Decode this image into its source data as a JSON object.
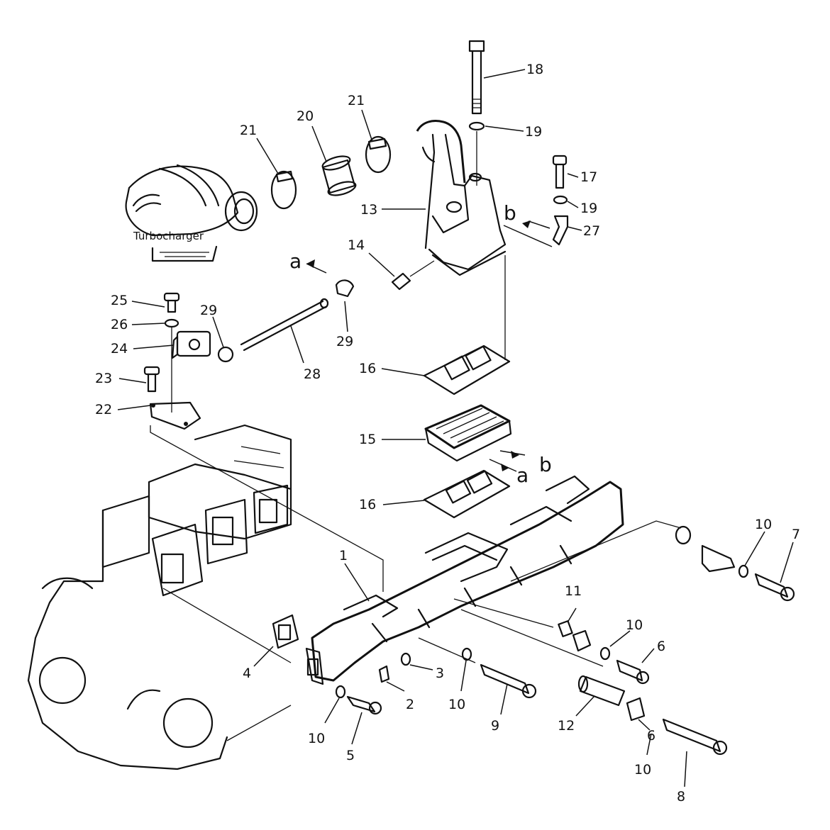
{
  "labels": {
    "turbocharger": "Turbocharger",
    "ref_a": "a",
    "ref_b": "b"
  },
  "callouts": {
    "n1": "1",
    "n2": "2",
    "n3": "3",
    "n4": "4",
    "n5": "5",
    "n6": "6",
    "n7": "7",
    "n8": "8",
    "n9": "9",
    "n10": "10",
    "n11": "11",
    "n12": "12",
    "n13": "13",
    "n14": "14",
    "n15": "15",
    "n16": "16",
    "n17": "17",
    "n18": "18",
    "n19": "19",
    "n20": "20",
    "n21": "21",
    "n22": "22",
    "n23": "23",
    "n24": "24",
    "n25": "25",
    "n26": "26",
    "n27": "27",
    "n28": "28",
    "n29": "29"
  }
}
